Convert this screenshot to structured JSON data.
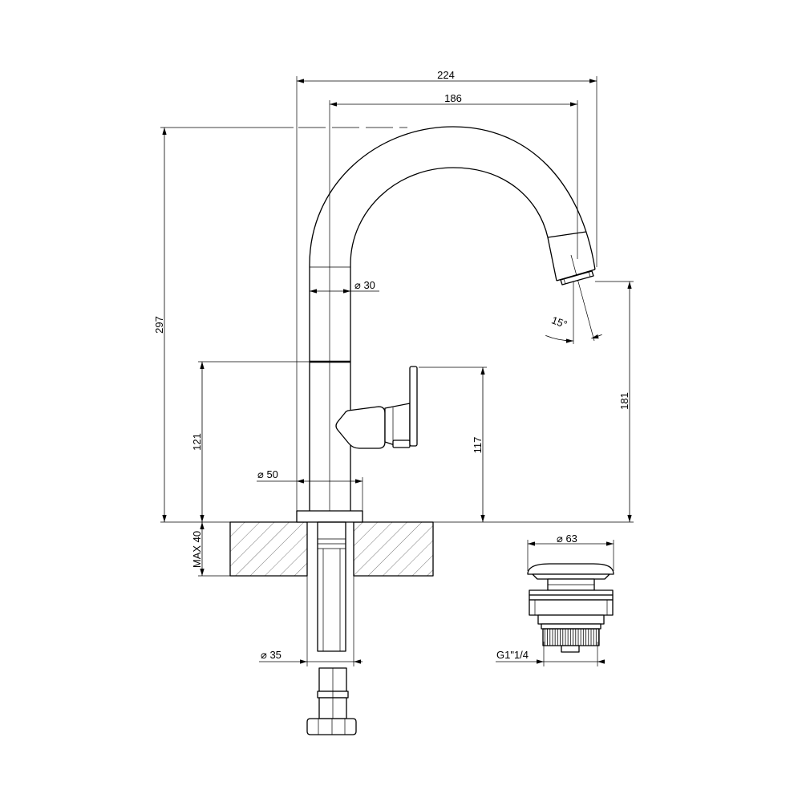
{
  "dimensions": {
    "overall_width": "224",
    "spout_reach": "186",
    "overall_height": "297",
    "joint_height": "121",
    "lever_height": "117",
    "spout_clearance": "181",
    "spout_diameter": "⌀ 30",
    "base_diameter": "⌀ 50",
    "hole_diameter": "⌀ 35",
    "spout_angle": "15°",
    "max_thickness": "MAX 40"
  },
  "drain": {
    "cap_diameter": "⌀ 63",
    "thread": "G1\"1/4"
  },
  "colors": {
    "line": "#000000",
    "hatch": "#555555",
    "background": "#ffffff"
  }
}
